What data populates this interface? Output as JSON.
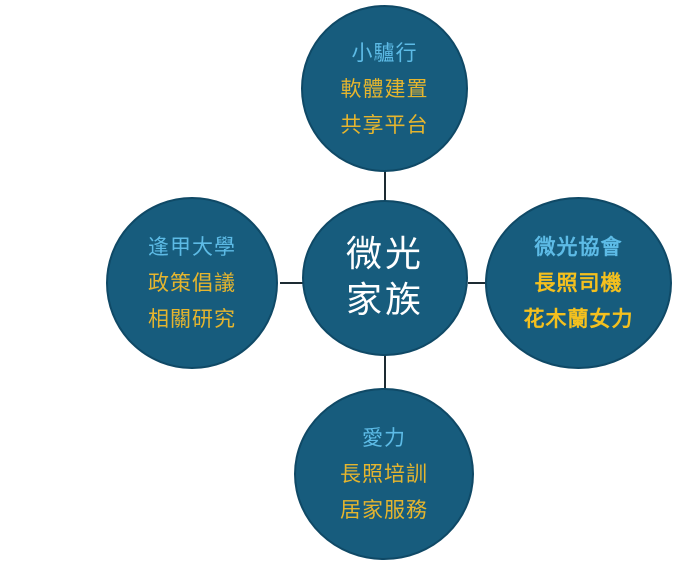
{
  "center": {
    "lines": [
      "微光",
      "家族"
    ]
  },
  "nodes": {
    "top": {
      "title": "小驢行",
      "lines": [
        "軟體建置",
        "共享平台"
      ]
    },
    "left": {
      "title": "逢甲大學",
      "lines": [
        "政策倡議",
        "相關研究"
      ]
    },
    "right": {
      "title": "微光協會",
      "lines": [
        "長照司機",
        "花木蘭女力"
      ]
    },
    "bottom": {
      "title": "愛力",
      "lines": [
        "長照培訓",
        "居家服務"
      ]
    }
  },
  "colors": {
    "node_fill": "#175c7d",
    "title_text": "#5dbbe6",
    "body_text": "#e5b52e",
    "center_text": "#ffffff",
    "connector": "#1d2b33"
  }
}
